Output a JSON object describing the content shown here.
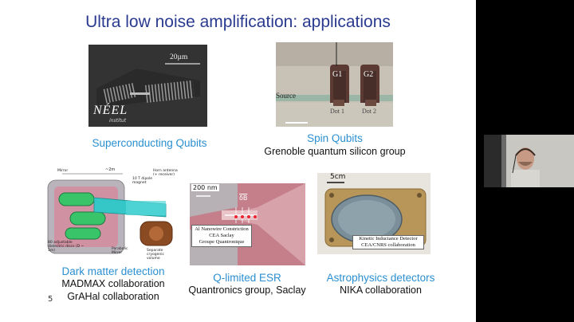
{
  "slide": {
    "title": "Ultra low noise amplification: applications",
    "page_number": "5",
    "panels": {
      "qubits": {
        "scale": "20µm",
        "logo": "NÉEL",
        "logo_sub": "institut",
        "caption": "Superconducting Qubits"
      },
      "spin": {
        "g1": "G1",
        "g2": "G2",
        "source": "Source",
        "dot1": "Dot 1",
        "dot2": "Dot 2",
        "caption": "Spin Qubits",
        "subcaption": "Grenoble quantum silicon group"
      },
      "dark": {
        "labels": [
          "Mirror",
          "~2m",
          "10 T dipole magnet",
          "Horn antenna (+ receiver)",
          "80 adjustable dielectric discs (D ~ 1m)",
          "Parabolic Mirror",
          "Separate cryogenic volume"
        ],
        "caption": "Dark matter detection",
        "sub1": "MADMAX collaboration",
        "sub2": "GrAHal collaboration"
      },
      "esr": {
        "scale": "200 nm",
        "field": "δB",
        "label_lines": [
          "Al Nanowire Constriction",
          "CEA Saclay",
          "Groupe Quantronique"
        ],
        "caption": "Q-limited ESR",
        "subcaption": "Quantronics group, Saclay"
      },
      "astro": {
        "scale": "5cm",
        "label_lines": [
          "Kinetic Inductance Detector",
          "CEA/CNRS collaboration"
        ],
        "caption": "Astrophysics detectors",
        "subcaption": "NIKA collaboration"
      }
    }
  }
}
